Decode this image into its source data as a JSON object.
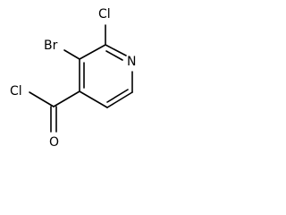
{
  "molecule": {
    "atoms": {
      "br": "Br",
      "cl_ring": "Cl",
      "n_ring": "N",
      "cl_acyl": "Cl",
      "o_acyl": "O"
    }
  }
}
